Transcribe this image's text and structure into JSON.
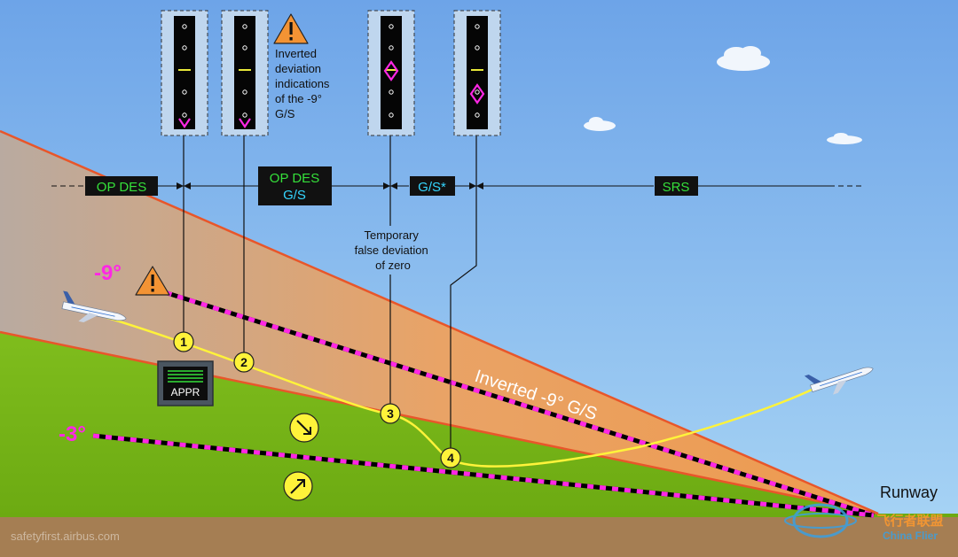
{
  "modes": {
    "op_des_1": "OP DES",
    "op_des_2_line1": "OP DES",
    "op_des_2_line2": "G/S",
    "gs_star": "G/S*",
    "srs": "SRS"
  },
  "annotations": {
    "inverted_note": [
      "Inverted",
      "deviation",
      "indications",
      "of the -9°",
      "G/S"
    ],
    "temporary_note": [
      "Temporary",
      "false deviation",
      "of zero"
    ],
    "inverted_gs": "Inverted -9° G/S",
    "angle_9": "-9°",
    "angle_3": "-3°",
    "runway": "Runway",
    "appr": "APPR",
    "source": "safetyfirst.airbus.com",
    "watermark_cn": "飞行者联盟",
    "watermark_en": "China Flier"
  },
  "points": [
    "1",
    "2",
    "3",
    "4"
  ],
  "colors": {
    "sky_top": "#6fa6e8",
    "sky_bottom": "#a9d4f3",
    "orange": "#ee9a4e",
    "green": "#79b818",
    "ground": "#a57e53",
    "magenta": "#ff27e5",
    "yellow": "#fff33a",
    "mode_green": "#35e03a",
    "mode_cyan": "#35d6ff"
  }
}
